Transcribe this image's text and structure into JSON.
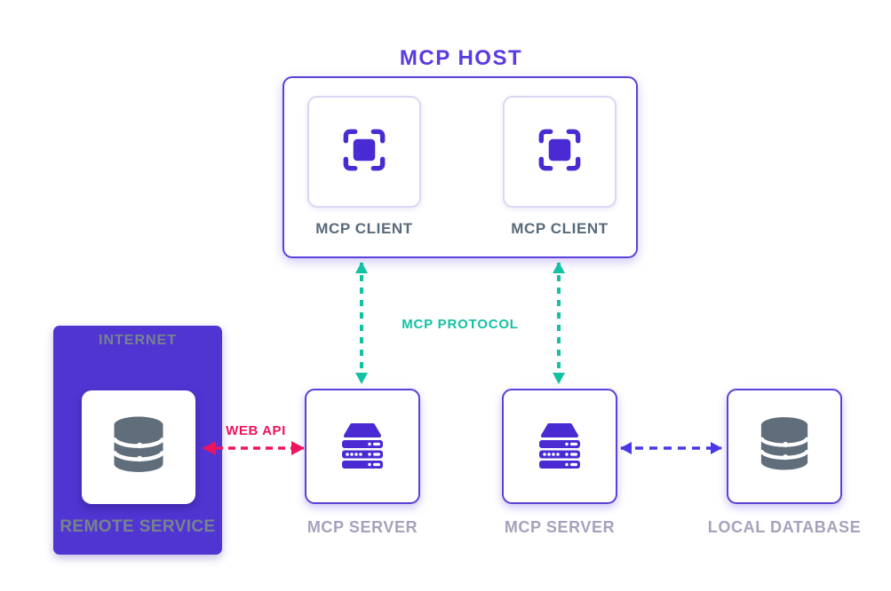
{
  "diagram": {
    "title": "MCP HOST",
    "host": {
      "clients": [
        {
          "label": "MCP CLIENT",
          "icon": "scan-frame-icon"
        },
        {
          "label": "MCP CLIENT",
          "icon": "scan-frame-icon"
        }
      ]
    },
    "protocol_label": "MCP PROTOCOL",
    "web_api_label": "WEB API",
    "internet": {
      "label": "INTERNET",
      "service_label": "REMOTE SERVICE",
      "icon": "database-icon"
    },
    "servers": [
      {
        "label": "MCP SERVER",
        "icon": "server-stack-icon"
      },
      {
        "label": "MCP SERVER",
        "icon": "server-stack-icon"
      }
    ],
    "database": {
      "label": "LOCAL DATABASE",
      "icon": "database-icon"
    },
    "arrows": [
      {
        "name": "protocol-arrow-left",
        "style": "teal-dashed",
        "direction": "both"
      },
      {
        "name": "protocol-arrow-right",
        "style": "teal-dashed",
        "direction": "both"
      },
      {
        "name": "web-api-arrow",
        "style": "pink-dashed",
        "direction": "both"
      },
      {
        "name": "local-db-arrow",
        "style": "indigo-dashed",
        "direction": "both"
      }
    ],
    "colors": {
      "purple_border": "#5b40d9",
      "purple_deep": "#4a2bd3",
      "internet_fill": "#5135d2",
      "title_purple": "#5b3be0",
      "teal": "#13c1a3",
      "pink": "#ee145f",
      "indigo_arrow": "#4838e8",
      "slate_text": "#586a7b",
      "gray_caption": "#76848b",
      "lavender_caption": "#a5a2bc",
      "db_gray": "#5f6e7a",
      "card_border": "#dcd6f2",
      "bg": "#ffffff"
    }
  }
}
